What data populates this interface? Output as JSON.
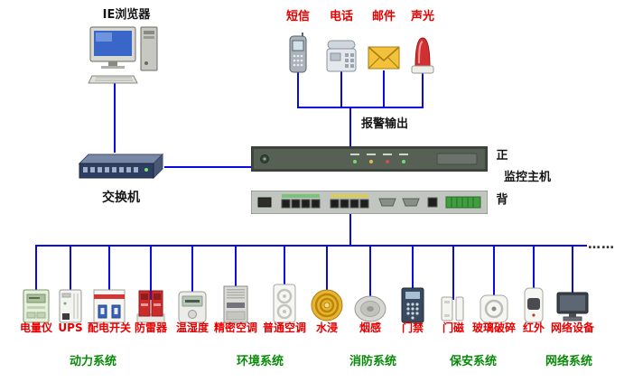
{
  "colors": {
    "line_blue": "#0a0ae0",
    "device_label_red": "#e80000",
    "alarm_label_red": "#e80000",
    "group_label_green": "#0a8a0a",
    "text_black": "#151515"
  },
  "nodes": {
    "browser_label": "IE浏览器",
    "switch_label": "交换机",
    "alarm_output_label": "报警输出",
    "host_front_label": "正",
    "host_label": "监控主机",
    "host_back_label": "背",
    "bus_ellipsis": "……"
  },
  "alarm_channels": [
    {
      "label": "短信",
      "icon": "mobile-phone-icon"
    },
    {
      "label": "电话",
      "icon": "telephone-icon"
    },
    {
      "label": "邮件",
      "icon": "email-icon"
    },
    {
      "label": "声光",
      "icon": "siren-icon"
    }
  ],
  "devices": [
    {
      "label": "电量仪",
      "icon": "power-meter-icon",
      "group": "动力系统"
    },
    {
      "label": "UPS",
      "icon": "ups-icon",
      "group": "动力系统"
    },
    {
      "label": "配电开关",
      "icon": "distribution-switch-icon",
      "group": "动力系统"
    },
    {
      "label": "防雷器",
      "icon": "surge-protector-icon",
      "group": "动力系统"
    },
    {
      "label": "温湿度",
      "icon": "temp-humidity-icon",
      "group": "环境系统"
    },
    {
      "label": "精密空调",
      "icon": "precision-ac-icon",
      "group": "环境系统"
    },
    {
      "label": "普通空调",
      "icon": "standard-ac-icon",
      "group": "环境系统"
    },
    {
      "label": "水浸",
      "icon": "water-leak-icon",
      "group": "环境系统"
    },
    {
      "label": "烟感",
      "icon": "smoke-detector-icon",
      "group": "消防系统"
    },
    {
      "label": "门禁",
      "icon": "access-control-icon",
      "group": "保安系统"
    },
    {
      "label": "门磁",
      "icon": "door-contact-icon",
      "group": "保安系统"
    },
    {
      "label": "玻璃破碎",
      "icon": "glass-break-icon",
      "group": "保安系统"
    },
    {
      "label": "红外",
      "icon": "infrared-icon",
      "group": "保安系统"
    },
    {
      "label": "网络设备",
      "icon": "network-device-icon",
      "group": "网络系统"
    }
  ],
  "groups": [
    {
      "label": "动力系统"
    },
    {
      "label": "环境系统"
    },
    {
      "label": "消防系统"
    },
    {
      "label": "保安系统"
    },
    {
      "label": "网络系统"
    }
  ]
}
